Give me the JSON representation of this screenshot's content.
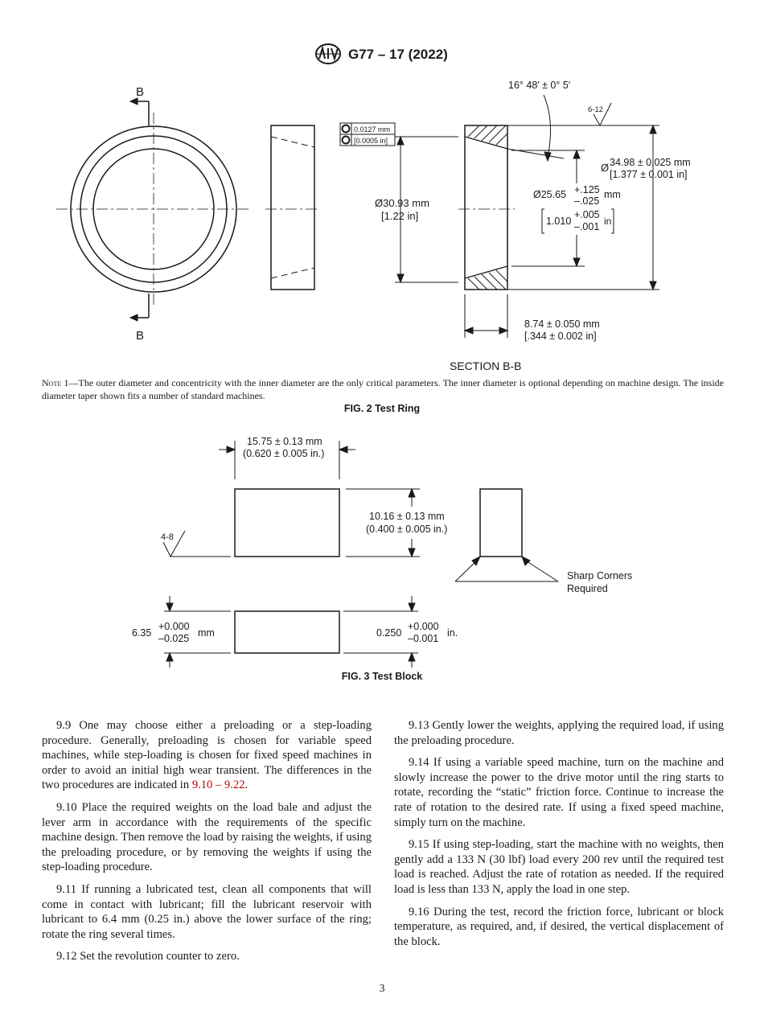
{
  "header": {
    "designation": "G77 – 17 (2022)",
    "logo": "ASTM-logo"
  },
  "fig2": {
    "section_letter_top": "B",
    "section_letter_bottom": "B",
    "angle": "16° 48′ ± 0° 5′",
    "roughness": "6-12",
    "tol_mm": "0.0127 mm",
    "tol_in": "[0.0005 in]",
    "inner_dia_mm": "Ø30.93 mm",
    "inner_dia_in": "[1.22 in]",
    "outer_symbol": "Ø",
    "outer_dia_mm": "34.98 ± 0.025 mm",
    "outer_dia_in": "[1.377 ± 0.001 in]",
    "bore_mm": "Ø25.65",
    "bore_plus_mm": "+.125",
    "bore_minus_mm": "–.025",
    "bore_unit_mm": "mm",
    "bore_in": "1.010",
    "bore_plus_in": "+.005",
    "bore_minus_in": "–.001",
    "bore_unit_in": "in",
    "width_mm": "8.74 ± 0.050 mm",
    "width_in": "[.344 ± 0.002 in]",
    "section_label": "SECTION B-B",
    "note_label": "Note 1",
    "note_text": "—The outer diameter and concentricity with the inner diameter are the only critical parameters. The inner diameter is optional depending on machine design. The inside diameter taper shown fits a number of standard machines.",
    "caption": "FIG. 2 Test Ring"
  },
  "fig3": {
    "length_mm": "15.75 ± 0.13 mm",
    "length_in": "(0.620 ± 0.005 in.)",
    "height_mm": "10.16 ± 0.13 mm",
    "height_in": "(0.400 ± 0.005 in.)",
    "roughness": "4-8",
    "corners_1": "Sharp Corners",
    "corners_2": "Required",
    "thick_mm": "6.35",
    "thick_plus_mm": "+0.000",
    "thick_minus_mm": "–0.025",
    "thick_unit_mm": "mm",
    "thick_in": "0.250",
    "thick_plus_in": "+0.000",
    "thick_minus_in": "–0.001",
    "thick_unit_in": "in.",
    "caption": "FIG. 3 Test Block"
  },
  "body": {
    "p9_9_pre": "9.9 One may choose either a preloading or a step-loading procedure. Generally, preloading is chosen for variable speed machines, while step-loading is chosen for fixed speed machines in order to avoid an initial high wear transient. The differences in the two procedures are indicated in ",
    "p9_9_ref": "9.10 – 9.22",
    "p9_9_post": ".",
    "p9_10": "9.10 Place the required weights on the load bale and adjust the lever arm in accordance with the requirements of the specific machine design. Then remove the load by raising the weights, if using the preloading procedure, or by removing the weights if using the step-loading procedure.",
    "p9_11": "9.11 If running a lubricated test, clean all components that will come in contact with lubricant; fill the lubricant reservoir with lubricant to 6.4 mm (0.25 in.) above the lower surface of the ring; rotate the ring several times.",
    "p9_12": "9.12 Set the revolution counter to zero.",
    "p9_13": "9.13 Gently lower the weights, applying the required load, if using the preloading procedure.",
    "p9_14": "9.14 If using a variable speed machine, turn on the machine and slowly increase the power to the drive motor until the ring starts to rotate, recording the “static” friction force. Continue to increase the rate of rotation to the desired rate. If using a fixed speed machine, simply turn on the machine.",
    "p9_15": "9.15 If using step-loading, start the machine with no weights, then gently add a 133 N (30 lbf) load every 200 rev until the required test load is reached. Adjust the rate of rotation as needed. If the required load is less than 133 N, apply the load in one step.",
    "p9_16": "9.16 During the test, record the friction force, lubricant or block temperature, as required, and, if desired, the vertical displacement of the block."
  },
  "page_number": "3"
}
